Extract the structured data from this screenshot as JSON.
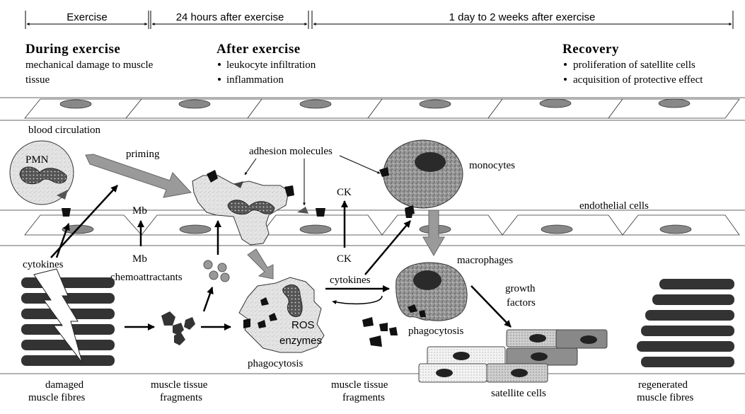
{
  "timeline": {
    "exercise": "Exercise",
    "after24": "24 hours after exercise",
    "days": "1 day to 2 weeks after exercise"
  },
  "phases": {
    "during": {
      "title": "During exercise",
      "line1": "mechanical damage to muscle",
      "line2": "tissue"
    },
    "after": {
      "title": "After exercise",
      "bullet1": "leukocyte infiltration",
      "bullet2": "inflammation"
    },
    "recovery": {
      "title": "Recovery",
      "bullet1": "proliferation of satellite cells",
      "bullet2": "acquisition of protective effect"
    }
  },
  "labels": {
    "blood_circulation": "blood circulation",
    "pmn": "PMN",
    "priming": "priming",
    "adhesion_molecules": "adhesion molecules",
    "monocytes": "monocytes",
    "ck_top": "CK",
    "ck_bottom": "CK",
    "endothelial_cells": "endothelial cells",
    "mb_top": "Mb",
    "mb_bottom": "Mb",
    "cytokines_left": "cytokines",
    "chemoattractants": "chemoattractants",
    "cytokines_mid": "cytokines",
    "macrophages": "macrophages",
    "growth": "growth",
    "factors": "factors",
    "ros": "ROS",
    "enzymes": "enzymes",
    "phagocytosis_right": "phagocytosis",
    "phagocytosis_mid": "phagocytosis",
    "damaged": "damaged",
    "muscle_fibres": "muscle fibres",
    "mtf_left1": "muscle tissue",
    "mtf_left2": "fragments",
    "mtf_mid1": "muscle tissue",
    "mtf_mid2": "fragments",
    "satellite_cells": "satellite cells",
    "regenerated": "regenerated",
    "reg_fibres": "muscle fibres"
  }
}
